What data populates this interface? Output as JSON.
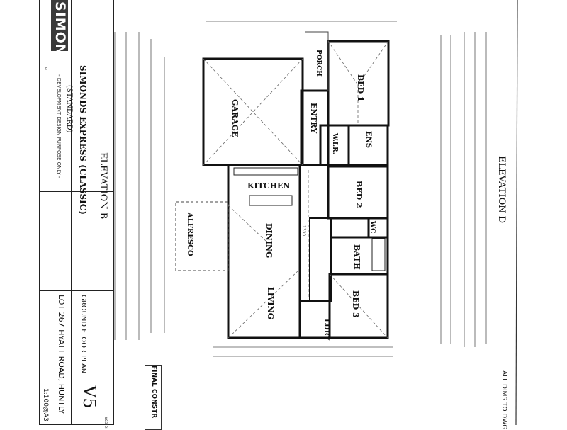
{
  "title_block": {
    "brand": "SIMONDS",
    "design": "SIMONDS EXPRESS (CLASSIC)",
    "facade": "(STANDARD)",
    "note": "- DEVELOPMENT DESIGN PURPOSE ONLY -",
    "sheet_title": "GROUND FLOOR PLAN",
    "address": "LOT 267 HYATT ROAD, HUNTLY",
    "version": "V5",
    "scale_label": "Scale:",
    "scale": "1:100@A3"
  },
  "elevations": {
    "left": "ELEVATION B",
    "right": "ELEVATION D"
  },
  "rooms": {
    "garage": "GARAGE",
    "porch": "PORCH",
    "entry": "ENTRY",
    "bed1": "BED 1",
    "wir": "W.I.R.",
    "ens": "ENS",
    "kitchen": "KITCHEN",
    "dining": "DINING",
    "living": "LIVING",
    "bed2": "BED 2",
    "wc": "WC",
    "bath": "BATH",
    "bed3": "BED 3",
    "ldry": "LDRY",
    "alfresco": "ALFRESCO"
  },
  "dimensions": {
    "hall": "1330"
  },
  "stamp": "FINAL CONSTR",
  "footer_note": "ALL DIMS TO DWG"
}
